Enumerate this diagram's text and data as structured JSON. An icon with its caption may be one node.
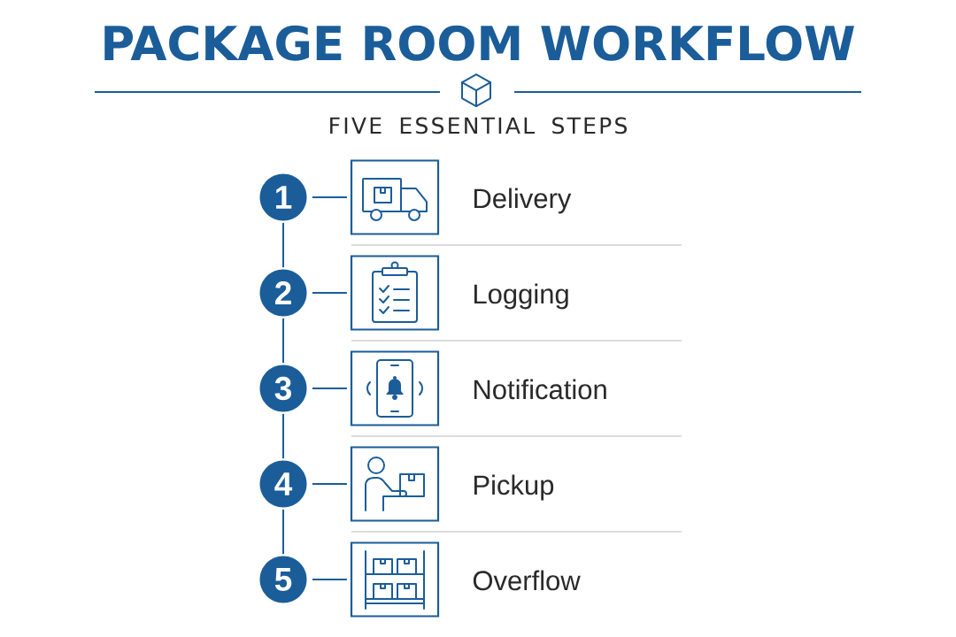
{
  "diagram": {
    "title": "PACKAGE ROOM WORKFLOW",
    "nodes": [
      {
        "text": [
          "1"
        ]
      },
      {
        "text": [],
        "shape": "picture",
        "beside": [
          "Delivery"
        ]
      },
      {
        "text": [
          "2"
        ]
      },
      {
        "text": [],
        "shape": "picture",
        "beside": [
          "Logging"
        ]
      },
      {
        "text": [
          "3"
        ]
      },
      {
        "text": [],
        "shape": "picture",
        "beside": [
          "Notification"
        ]
      },
      {
        "text": [
          "4"
        ]
      },
      {
        "text": [],
        "shape": "picture",
        "beside": [
          "Pickup"
        ]
      },
      {
        "text": [
          "5"
        ]
      },
      {
        "text": [],
        "shape": "picture",
        "beside": [
          "Overflow"
        ]
      }
    ],
    "edges": [
      {
        "from": 0,
        "to": 1,
        "arrow": "none"
      },
      {
        "from": 0,
        "to": 2,
        "arrow": "none"
      },
      {
        "from": 2,
        "to": 3,
        "arrow": "none"
      },
      {
        "from": 2,
        "to": 4,
        "arrow": "none"
      },
      {
        "from": 4,
        "to": 5,
        "arrow": "none"
      },
      {
        "from": 4,
        "to": 6,
        "arrow": "none"
      },
      {
        "from": 6,
        "to": 7,
        "arrow": "none"
      },
      {
        "from": 6,
        "to": 8,
        "arrow": "none"
      },
      {
        "from": 8,
        "to": 9,
        "arrow": "none"
      }
    ],
    "labels": [
      "FIVE ESSENTIAL STEPS"
    ]
  }
}
